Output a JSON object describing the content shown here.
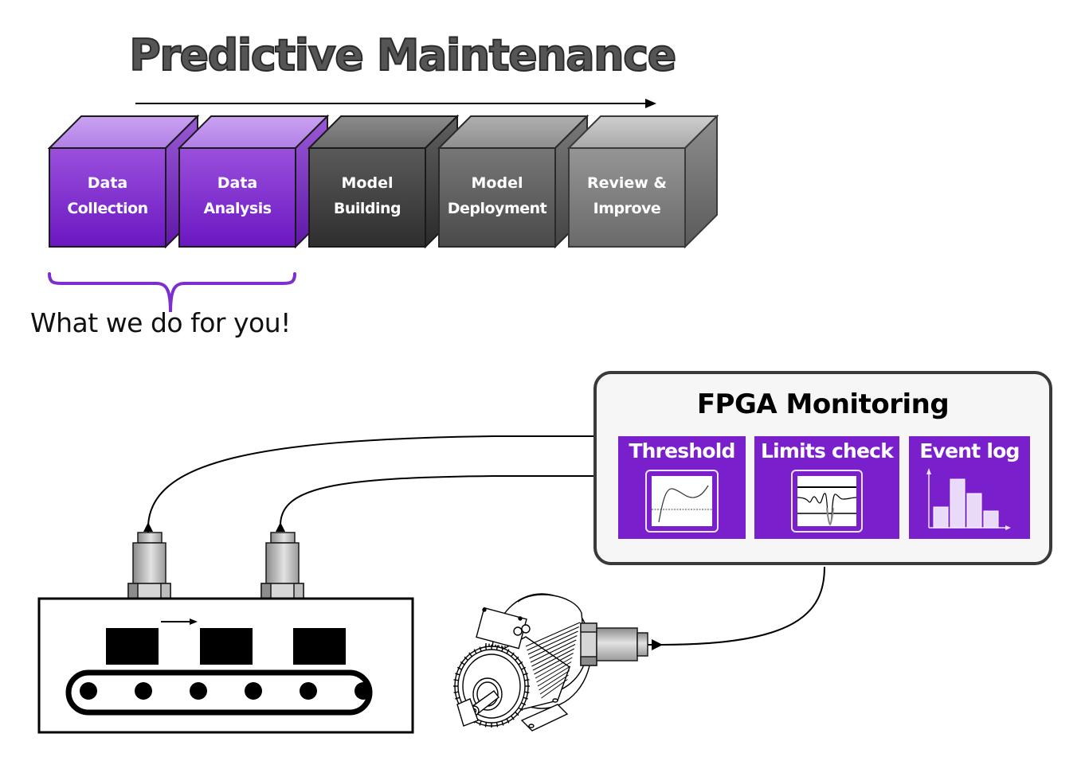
{
  "title": "Predictive Maintenance",
  "process": {
    "direction_arrow": "arrow-right",
    "steps": [
      {
        "line1": "Data",
        "line2": "Collection",
        "color": "#8a35d6",
        "highlighted": true
      },
      {
        "line1": "Data",
        "line2": "Analysis",
        "color": "#8a35d6",
        "highlighted": true
      },
      {
        "line1": "Model",
        "line2": "Building",
        "color": "#3e3e3e",
        "highlighted": false
      },
      {
        "line1": "Model",
        "line2": "Deployment",
        "color": "#5a5a5a",
        "highlighted": false
      },
      {
        "line1": "Review &",
        "line2": "Improve",
        "color": "#787878",
        "highlighted": false
      }
    ]
  },
  "tagline": "What we do for you!",
  "fpga": {
    "title": "FPGA Monitoring",
    "panels": [
      {
        "label": "Threshold",
        "icon": "threshold-chart-icon"
      },
      {
        "label": "Limits check",
        "icon": "limits-check-chart-icon"
      },
      {
        "label": "Event log",
        "icon": "histogram-icon"
      }
    ]
  },
  "equipment": {
    "conveyor": {
      "sensors": 2,
      "items": 3,
      "rollers": 6
    },
    "motor": {
      "sensors": 1
    }
  },
  "colors": {
    "accent_purple": "#7a1fcc",
    "brace_purple": "#7b2fd0",
    "box_border": "#3a3a3a",
    "box_bg": "#f6f6f6"
  }
}
